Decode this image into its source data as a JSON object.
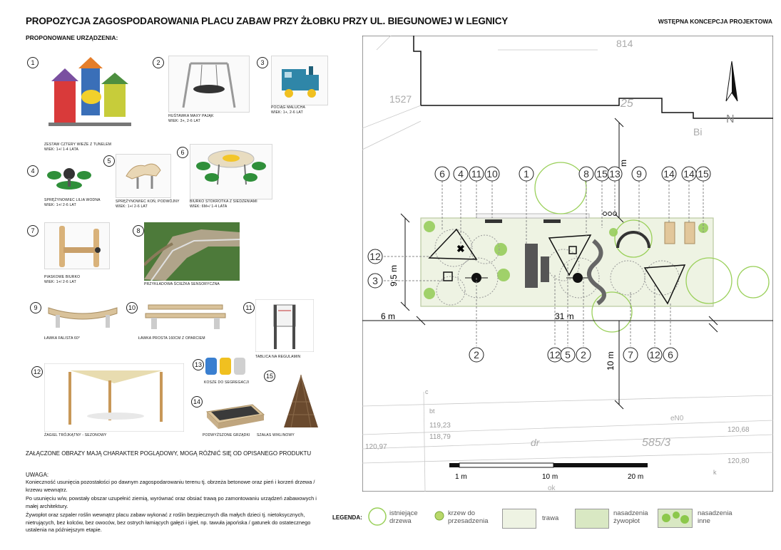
{
  "header": {
    "title": "PROPOZYCJA ZAGOSPODAROWANIA PLACU ZABAW PRZY ŻŁOBKU PRZY UL.  BIEGUNOWEJ W LEGNICY",
    "subtitle": "WSTĘPNA KONCEPCJA PROJEKTOWA"
  },
  "devices_title": "PROPONOWANE URZĄDZENIA:",
  "devices": [
    {
      "n": "1",
      "caption": "ZESTAW CZTERY WIEŻE Z TUNELEM\nWIEK: 1+/ 1-4 LATA"
    },
    {
      "n": "2",
      "caption": "HUŚTAWKA MAXY PAJĄK\nWIEK: 3+, 2-6 LAT"
    },
    {
      "n": "3",
      "caption": "POCIĄG MALUCHA\nWIEK: 1+, 2-6 LAT"
    },
    {
      "n": "4",
      "caption": "SPRĘŻYNOWIEC LILIA WODNA\nWIEK: 1+/ 2-6 LAT"
    },
    {
      "n": "5",
      "caption": "SPRĘŻYNOWIEC KOŃ, PODWÓJNY\nWIEK: 1+/ 2-6 LAT"
    },
    {
      "n": "6",
      "caption": "BIURKO STOKROTKA Z SIEDZENIAMI\nWIEK: 6m+/ 1-4 LATA"
    },
    {
      "n": "7",
      "caption": "PIASKOWE BIURKO\nWIEK: 1+/ 2-6 LAT"
    },
    {
      "n": "8",
      "caption": "PRZYKŁADOWA ŚCIEŻKA SENSORYCZNA"
    },
    {
      "n": "9",
      "caption": "ŁAWKA FALISTA 60°"
    },
    {
      "n": "10",
      "caption": "ŁAWKA PROSTA 160cm Z OPARCIEM"
    },
    {
      "n": "11",
      "caption": "TABLICA NA REGULAMIN"
    },
    {
      "n": "12",
      "caption": "ŻAGIEL TRÓJKĄTNY - SEZONOWY"
    },
    {
      "n": "13",
      "caption": "KOSZE DO SEGREGACJI"
    },
    {
      "n": "14",
      "caption": "PODWYŻSZONE GRZĄDKI"
    },
    {
      "n": "15",
      "caption": "SZAŁAS WIKLINOWY"
    }
  ],
  "note_main": "ZAŁĄCZONE OBRAZY MAJĄ CHARAKTER POGLĄDOWY, MOGĄ RÓŻNIĆ SIĘ OD OPISANEGO PRODUKTU",
  "uwaga_title": "UWAGA:",
  "uwaga_paragraphs": [
    "Konieczność usunięcia pozostałości po dawnym zagospodarowaniu terenu tj. obrzeża betonowe oraz pień i korzeń drzewa / krzewu wewnątrz.",
    "Po usunięciu w/w, powstały obszar uzupełnić ziemią, wyrównać oraz obsiać trawą po zamontowaniu urządzeń zabawowych i małej architektury.",
    "Żywopłot oraz szpaler roślin wewnątrz placu zabaw wykonać z roślin bezpiecznych dla małych dzieci tj. nietoksycznych, nietrujących, bez kolców, bez owoców, bez ostrych łamiących gałęzi i igieł, np. tawuła japońska    / gatunek do ostatecznego ustalenia na późniejszym etapie."
  ],
  "map": {
    "parcel_814": "814",
    "parcel_1527": "1527",
    "label_25": "25",
    "label_bi": "Bi",
    "label_m_vertical": "m",
    "dim_95": "9,5  m",
    "dim_6": "6  m",
    "dim_31": "31  m",
    "dim_10": "10  m",
    "label_bt": "bt",
    "elev_1": "119,23",
    "elev_2": "118,79",
    "elev_3": "120,68",
    "elev_4": "120,80",
    "elev_5": "120,97",
    "parcel_5853": "585/3",
    "label_dr": "dr",
    "label_eno": "eN0",
    "label_ok": "ok",
    "label_c": "c",
    "label_k": "k",
    "callouts_top": [
      "6",
      "4",
      "11",
      "10",
      "1",
      "8",
      "15",
      "13",
      "9",
      "14",
      "14",
      "15"
    ],
    "callouts_left": [
      "12",
      "3"
    ],
    "callouts_bottom": [
      "2",
      "12",
      "5",
      "2",
      "7",
      "12",
      "6"
    ],
    "scale_labels": [
      "1 m",
      "10 m",
      "20 m"
    ]
  },
  "legend": {
    "title": "LEGENDA:",
    "items": [
      {
        "label": "istniejące\ndrzewa"
      },
      {
        "label": "krzew do\nprzesadzenia"
      },
      {
        "label": "trawa"
      },
      {
        "label": "nasadzenia\nżywopłot"
      },
      {
        "label": "nasadzenia\ninne"
      }
    ]
  },
  "colors": {
    "grass": "#eef3e3",
    "hedge": "#d9e8c3",
    "plant": "#8cc84b",
    "tree": "#9ad05a"
  }
}
